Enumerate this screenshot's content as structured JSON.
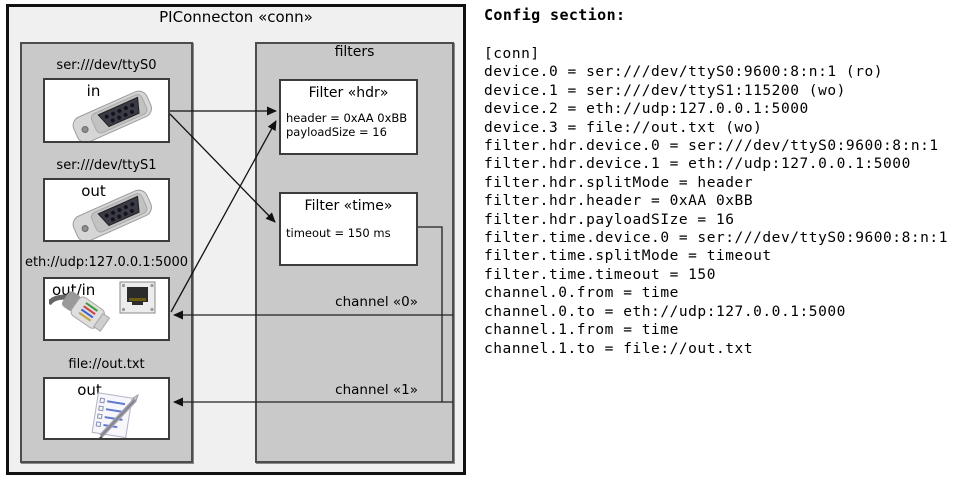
{
  "diagram": {
    "title": "PIConnecton «conn»",
    "filters_title": "filters",
    "devices": [
      {
        "uri": "ser:///dev/ttyS0",
        "direction": "in",
        "icon": "serial-db9-icon"
      },
      {
        "uri": "ser:///dev/ttyS1",
        "direction": "out",
        "icon": "serial-db9-icon"
      },
      {
        "uri": "eth://udp:127.0.0.1:5000",
        "direction": "out/in",
        "icon": "ethernet-icon"
      },
      {
        "uri": "file://out.txt",
        "direction": "out",
        "icon": "file-notepad-icon"
      }
    ],
    "filters": [
      {
        "title": "Filter «hdr»",
        "params": [
          "header = 0xAA 0xBB",
          "payloadSize = 16"
        ]
      },
      {
        "title": "Filter «time»",
        "params": [
          "timeout = 150 ms"
        ]
      }
    ],
    "channels": [
      {
        "label": "channel «0»"
      },
      {
        "label": "channel «1»"
      }
    ]
  },
  "config": {
    "heading": "Config section:",
    "lines": [
      "[conn]",
      "device.0 = ser:///dev/ttyS0:9600:8:n:1 (ro)",
      "device.1 = ser:///dev/ttyS1:115200 (wo)",
      "device.2 = eth://udp:127.0.0.1:5000",
      "device.3 = file://out.txt (wo)",
      "filter.hdr.device.0 = ser:///dev/ttyS0:9600:8:n:1",
      "filter.hdr.device.1 = eth://udp:127.0.0.1:5000",
      "filter.hdr.splitMode = header",
      "filter.hdr.header = 0xAA 0xBB",
      "filter.hdr.payloadSIze = 16",
      "filter.time.device.0 = ser:///dev/ttyS0:9600:8:n:1",
      "filter.time.splitMode = timeout",
      "filter.time.timeout = 150",
      "channel.0.from = time",
      "channel.0.to = eth://udp:127.0.0.1:5000",
      "channel.1.from = time",
      "channel.1.to = file://out.txt"
    ]
  },
  "colors": {
    "outer_fill": "#f0f0f0",
    "panel_fill": "#c9c9c9",
    "box_fill": "#ffffff",
    "line": "#1a1a1a"
  }
}
